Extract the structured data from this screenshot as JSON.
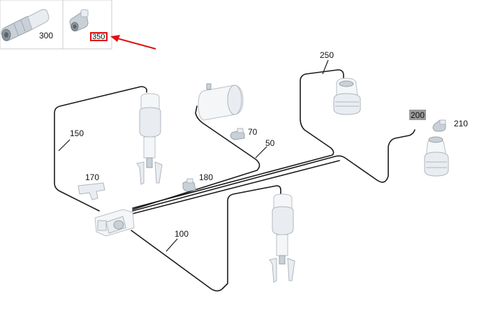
{
  "labels": {
    "p300": "300",
    "p350": "350",
    "p250": "250",
    "p200": "200",
    "p210": "210",
    "p150": "150",
    "p70": "70",
    "p50": "50",
    "p170": "170",
    "p180": "180",
    "p100": "100"
  },
  "colors": {
    "highlight_box": "#e01010",
    "arrow": "#e01010",
    "selected_label_bg": "#9a9a9a",
    "pipe": "#1a1a1a",
    "thumb_border": "#cccccc"
  },
  "icons": [
    "air-spring-strut-icon",
    "air-bellows-icon",
    "compressor-icon",
    "pressure-reservoir-icon",
    "valve-block-icon",
    "bracket-icon",
    "connector-icon"
  ]
}
